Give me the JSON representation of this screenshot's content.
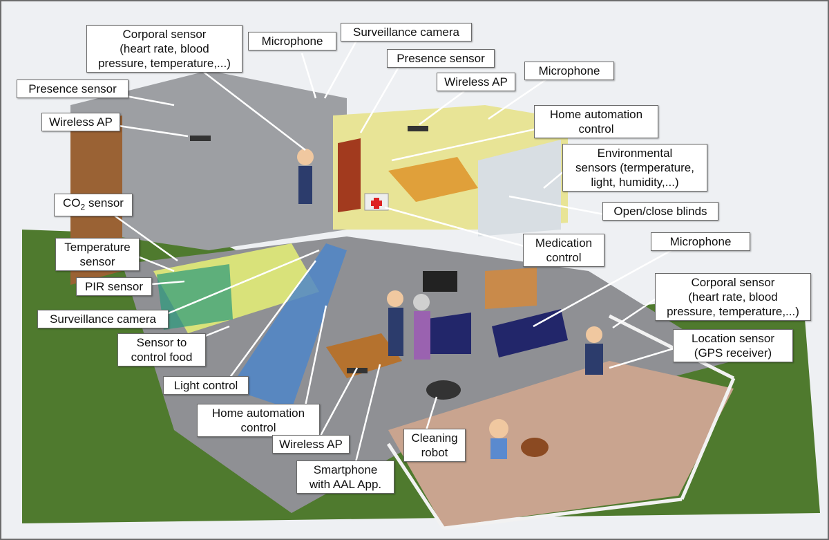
{
  "labels": {
    "corporal_sensor_top": [
      "Corporal sensor",
      "(heart rate, blood",
      "pressure, temperature,...)"
    ],
    "microphone_top": "Microphone",
    "surveillance_camera_top": "Surveillance camera",
    "presence_sensor_center": "Presence sensor",
    "presence_sensor_left": "Presence sensor",
    "wireless_ap_center": "Wireless AP",
    "microphone_right": "Microphone",
    "wireless_ap_left": "Wireless AP",
    "home_automation_right": [
      "Home automation",
      "control"
    ],
    "environmental_sensors": [
      "Environmental",
      "sensors (termperature,",
      "light, humidity,...)"
    ],
    "co2_sensor": {
      "prefix": "CO",
      "subscript": "2",
      "suffix": " sensor"
    },
    "open_close_blinds": "Open/close blinds",
    "temperature_sensor": [
      "Temperature",
      "sensor"
    ],
    "medication_control": [
      "Medication",
      "control"
    ],
    "microphone_living": "Microphone",
    "pir_sensor": "PIR sensor",
    "corporal_sensor_right": [
      "Corporal sensor",
      "(heart rate, blood",
      "pressure, temperature,...)"
    ],
    "surveillance_camera_left": "Surveillance camera",
    "location_sensor": [
      "Location sensor",
      "(GPS receiver)"
    ],
    "sensor_control_food": [
      "Sensor to",
      "control food"
    ],
    "light_control": "Light control",
    "home_automation_bottom": [
      "Home automation",
      "control"
    ],
    "cleaning_robot": [
      "Cleaning",
      "robot"
    ],
    "wireless_ap_bottom": "Wireless AP",
    "smartphone": [
      "Smartphone",
      "with AAL App."
    ]
  },
  "colors": {
    "lawn": "#4f7a2e",
    "floor": "#8f9094",
    "terrace": "#c9a48f",
    "wall_left": "#9a6234",
    "kitchen": "#d9e27a",
    "water": "#4f86c8",
    "label_border": "#6a6a6a"
  }
}
